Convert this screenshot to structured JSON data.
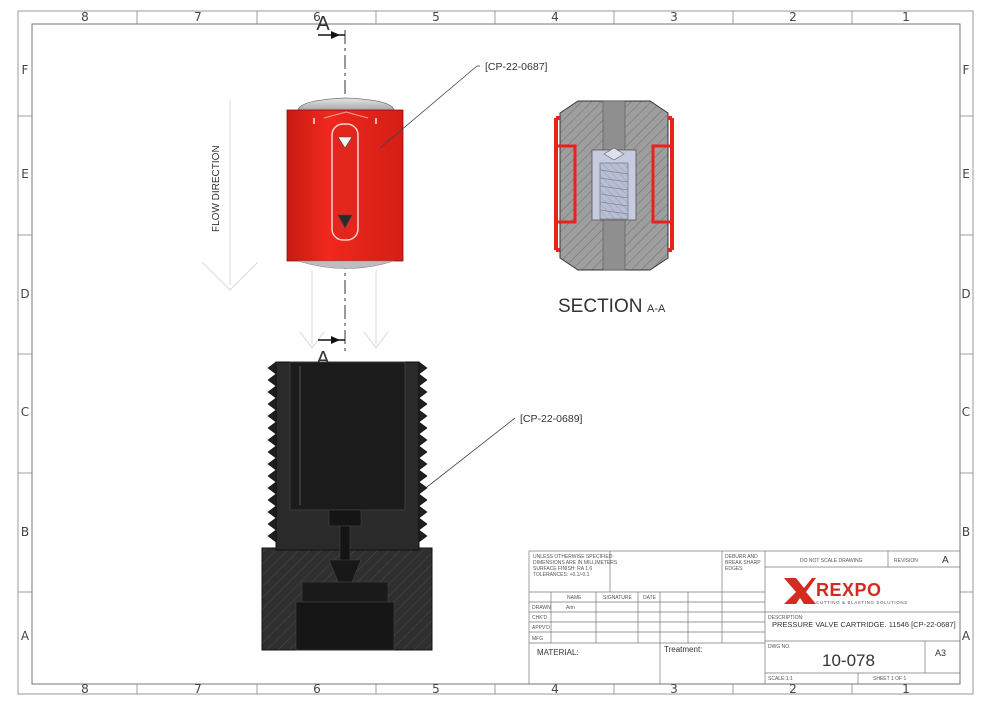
{
  "zones": {
    "columns": [
      "8",
      "7",
      "6",
      "5",
      "4",
      "3",
      "2",
      "1"
    ],
    "rows": [
      "F",
      "E",
      "D",
      "C",
      "B",
      "A"
    ]
  },
  "section_marker": "A",
  "callouts": {
    "part_top": "[CP-22-0687]",
    "part_bottom": "[CP-22-0689]"
  },
  "flow_label": "FLOW DIRECTION",
  "section_title": "SECTION",
  "section_suffix": "A-A",
  "title_block": {
    "notes": [
      "UNLESS OTHERWISE SPECIFIED:",
      "DIMENSIONS ARE IN MILLIMETERS",
      "SURFACE FINISH: RA 1.6",
      "TOLERANCES: +0.1/-0.1"
    ],
    "deburr": [
      "DEBURR AND",
      "BREAK SHARP",
      "EDGES"
    ],
    "do_not_scale": "DO NOT SCALE DRAWING",
    "revision_label": "REVISION",
    "revision_value": "A",
    "col_name": "NAME",
    "col_signature": "SIGNATURE",
    "col_date": "DATE",
    "rows": [
      "DRAWN",
      "CHK'D",
      "APPV'D",
      "MFG"
    ],
    "drawn_name": "Arin",
    "material_label": "MATERIAL:",
    "treatment_label": "Treatment:",
    "description_label": "DESCRIPTION:",
    "description_value": "PRESSURE VALVE CARTRIDGE. 11546 [CP-22-0687]",
    "dwg_no_label": "DWG NO.",
    "dwg_no_value": "10-078",
    "size_value": "A3",
    "scale_label": "SCALE:1:1",
    "sheet_label": "SHEET 1 OF 1",
    "logo_text": "REXPO",
    "logo_tagline": "CUTTING & BLASTING SOLUTIONS"
  },
  "colors": {
    "red_part": "#e8231a",
    "dark_part": "#2b2b2b",
    "logo_red": "#d42a20",
    "section_grey": "#9a9a9a"
  }
}
